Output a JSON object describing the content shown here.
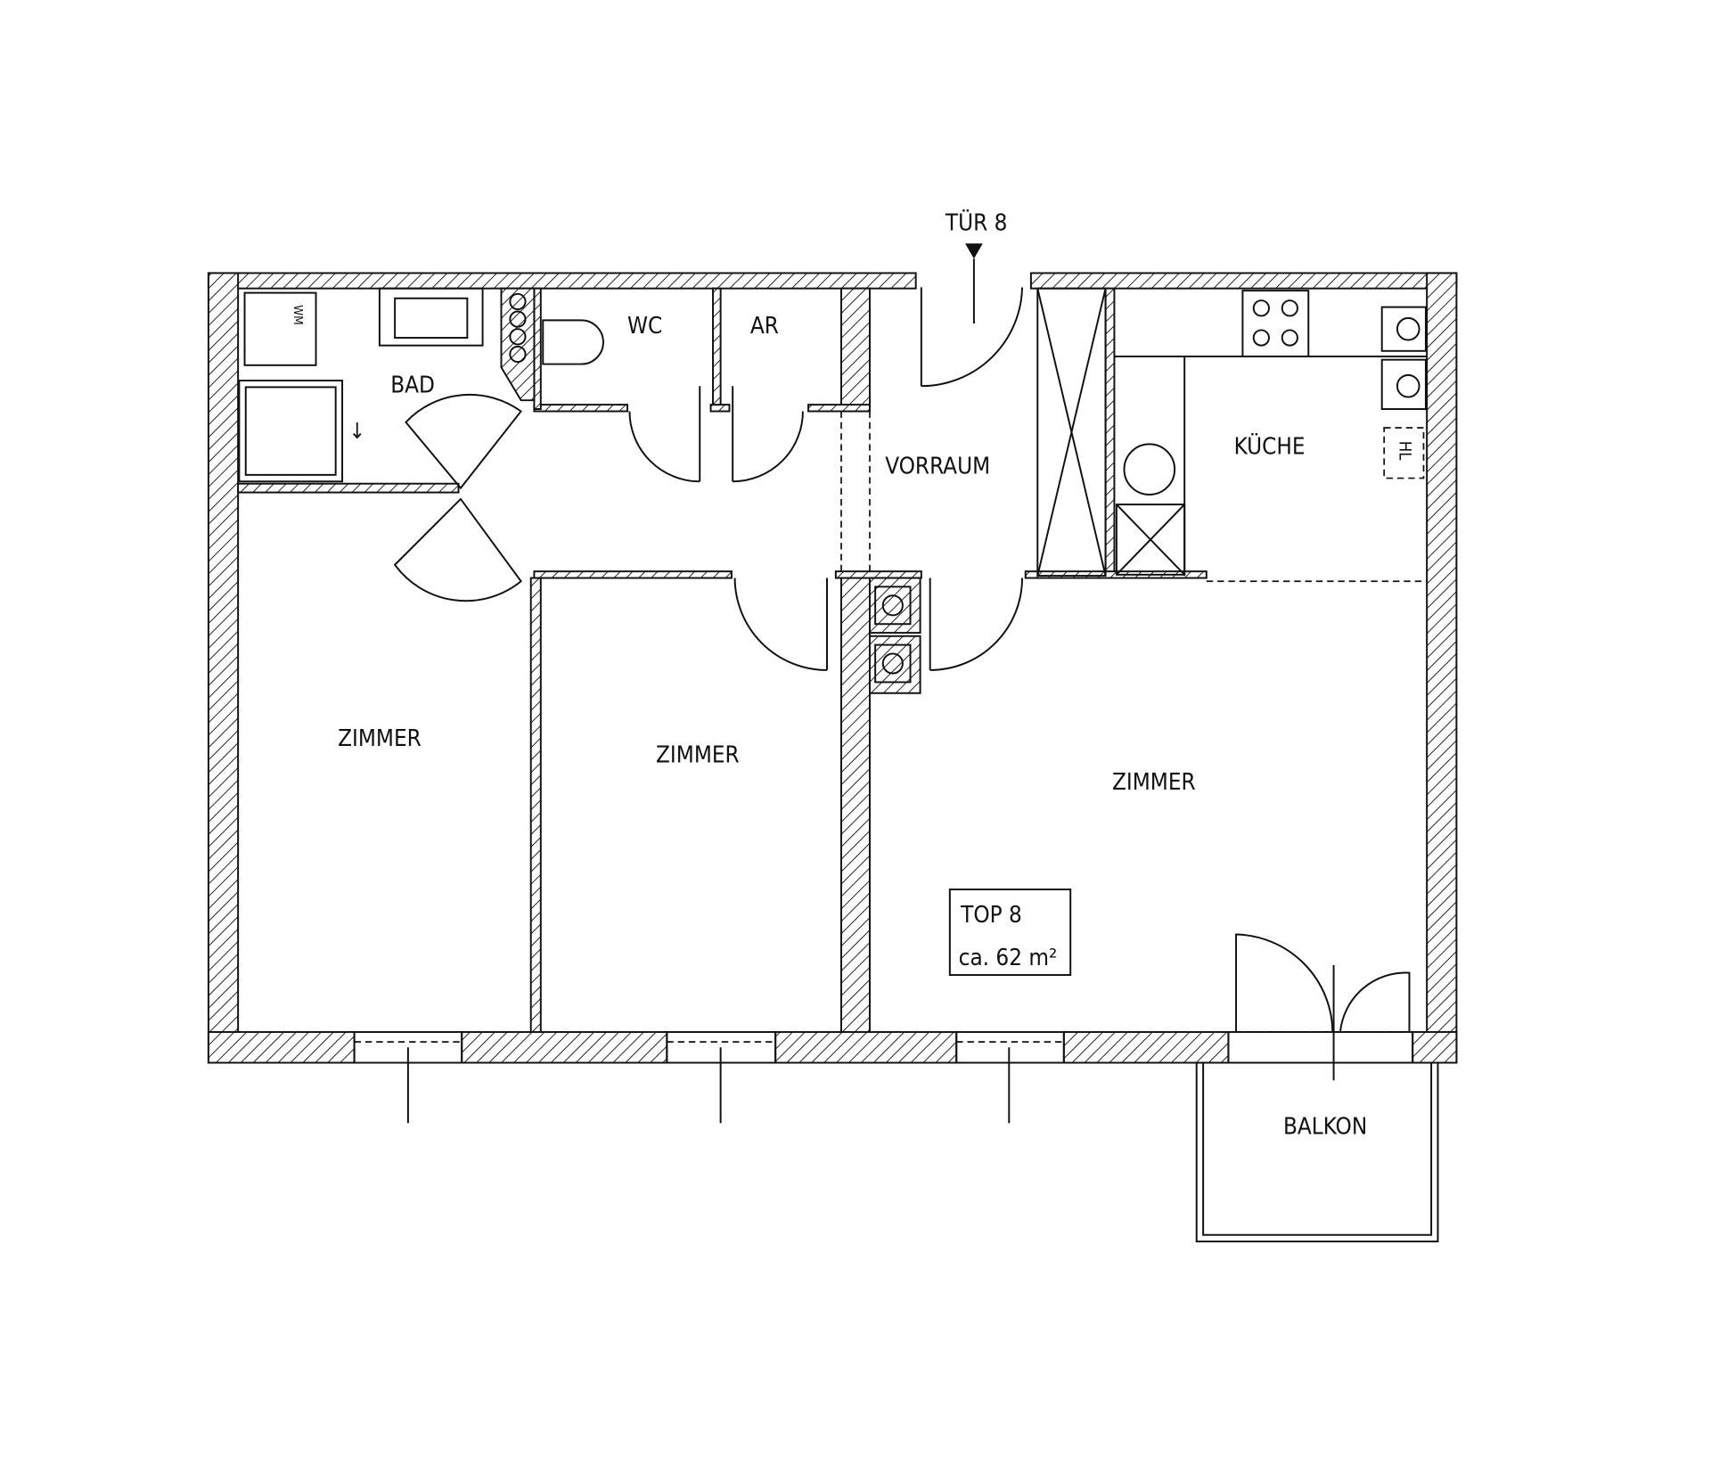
{
  "plan": {
    "entrance_label": "TÜR 8",
    "rooms": {
      "bad": "BAD",
      "wc": "WC",
      "ar": "AR",
      "vorraum": "VORRAUM",
      "kueche": "KÜCHE",
      "zimmer_left": "ZIMMER",
      "zimmer_middle": "ZIMMER",
      "zimmer_right": "ZIMMER",
      "balkon": "BALKON"
    },
    "fixtures": {
      "wm": "WM",
      "hl": "HL"
    },
    "unit_box": {
      "unit": "TOP 8",
      "area": "ca. 62 m²"
    }
  }
}
